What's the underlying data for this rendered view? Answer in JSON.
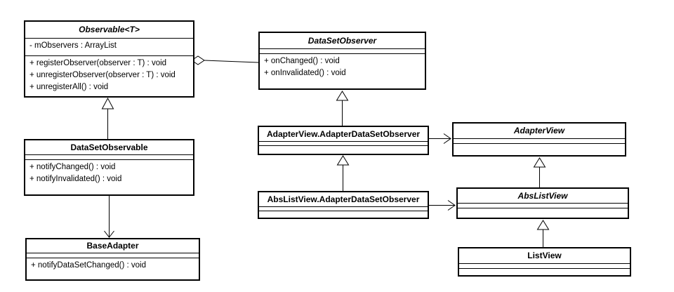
{
  "diagram_type": "uml-class-diagram",
  "colors": {
    "background": "#ffffff",
    "line": "#000000",
    "box_fill": "#ffffff",
    "text": "#000000"
  },
  "classes": {
    "observable": {
      "name": "Observable<T>",
      "abstract": true,
      "attributes": [
        "- mObservers : ArrayList"
      ],
      "methods": [
        "+ registerObserver(observer : T) : void",
        "+ unregisterObserver(observer : T) : void",
        "+ unregisterAll() : void"
      ]
    },
    "datasetobserver": {
      "name": "DataSetObserver",
      "abstract": true,
      "attributes": [],
      "methods": [
        "+ onChanged() : void",
        "+ onInvalidated() : void"
      ]
    },
    "datasetobservable": {
      "name": "DataSetObservable",
      "abstract": false,
      "attributes": [],
      "methods": [
        "+ notifyChanged() : void",
        "+ notifyInvalidated() : void"
      ]
    },
    "baseadapter": {
      "name": "BaseAdapter",
      "abstract": false,
      "attributes": [],
      "methods": [
        "+ notifyDataSetChanged() : void"
      ]
    },
    "adapterview_adso": {
      "name": "AdapterView.AdapterDataSetObserver",
      "abstract": false,
      "attributes": [],
      "methods": []
    },
    "adapterview": {
      "name": "AdapterView",
      "abstract": true,
      "attributes": [],
      "methods": []
    },
    "abslistview_adso": {
      "name": "AbsListView.AdapterDataSetObserver",
      "abstract": false,
      "attributes": [],
      "methods": []
    },
    "abslistview": {
      "name": "AbsListView",
      "abstract": true,
      "attributes": [],
      "methods": []
    },
    "listview": {
      "name": "ListView",
      "abstract": false,
      "attributes": [],
      "methods": []
    }
  },
  "relations": [
    {
      "type": "generalization",
      "from": "DataSetObservable",
      "to": "Observable<T>"
    },
    {
      "type": "aggregation",
      "owner": "Observable<T>",
      "part": "DataSetObserver"
    },
    {
      "type": "directed-association",
      "from": "DataSetObservable",
      "to": "BaseAdapter"
    },
    {
      "type": "generalization",
      "from": "AdapterView.AdapterDataSetObserver",
      "to": "DataSetObserver"
    },
    {
      "type": "generalization",
      "from": "AbsListView.AdapterDataSetObserver",
      "to": "AdapterView.AdapterDataSetObserver"
    },
    {
      "type": "directed-association",
      "from": "AdapterView.AdapterDataSetObserver",
      "to": "AdapterView"
    },
    {
      "type": "directed-association",
      "from": "AbsListView.AdapterDataSetObserver",
      "to": "AbsListView"
    },
    {
      "type": "generalization",
      "from": "AbsListView",
      "to": "AdapterView"
    },
    {
      "type": "generalization",
      "from": "ListView",
      "to": "AbsListView"
    }
  ]
}
